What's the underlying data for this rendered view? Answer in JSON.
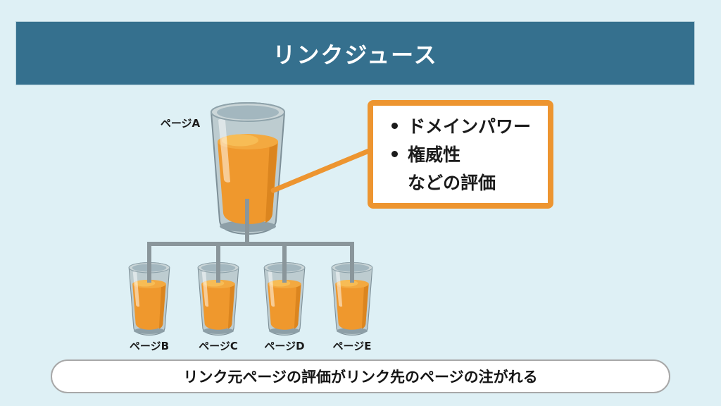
{
  "title": "リンクジュース",
  "source_glass": {
    "label": "ページA"
  },
  "target_glasses": [
    {
      "label": "ページB"
    },
    {
      "label": "ページC"
    },
    {
      "label": "ページD"
    },
    {
      "label": "ページE"
    }
  ],
  "callout": {
    "items": [
      "ドメインパワー",
      "権威性"
    ],
    "note": "などの評価"
  },
  "footer": {
    "text": "リンク元ページの評価がリンク先のページの注がれる"
  },
  "colors": {
    "background": "#DEF0F5",
    "header": "#35708E",
    "accent_orange": "#ED9530",
    "juice": "#EF982D",
    "connector_gray": "#8A969B"
  }
}
